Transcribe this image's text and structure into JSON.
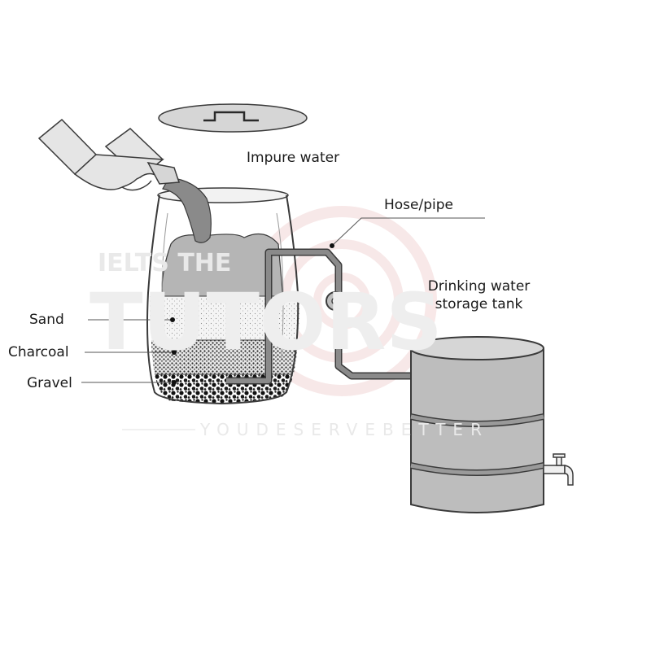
{
  "labels": {
    "impure_water": "Impure water",
    "hose_pipe": "Hose/pipe",
    "tank_line1": "Drinking water",
    "tank_line2": "storage tank",
    "sand": "Sand",
    "charcoal": "Charcoal",
    "gravel": "Gravel"
  },
  "watermark": {
    "line1": "IELTS THE",
    "line2": "TUTORS",
    "tagline": "YOUDESERVEBETTER"
  },
  "colors": {
    "outline": "#3a3a3a",
    "water": "#b5b5b5",
    "pipe": "#8a8a8a",
    "tank": "#bdbdbd",
    "lid": "#d6d6d6",
    "hand": "#c9c9c9",
    "watermark_red": "#f2d6d6"
  }
}
